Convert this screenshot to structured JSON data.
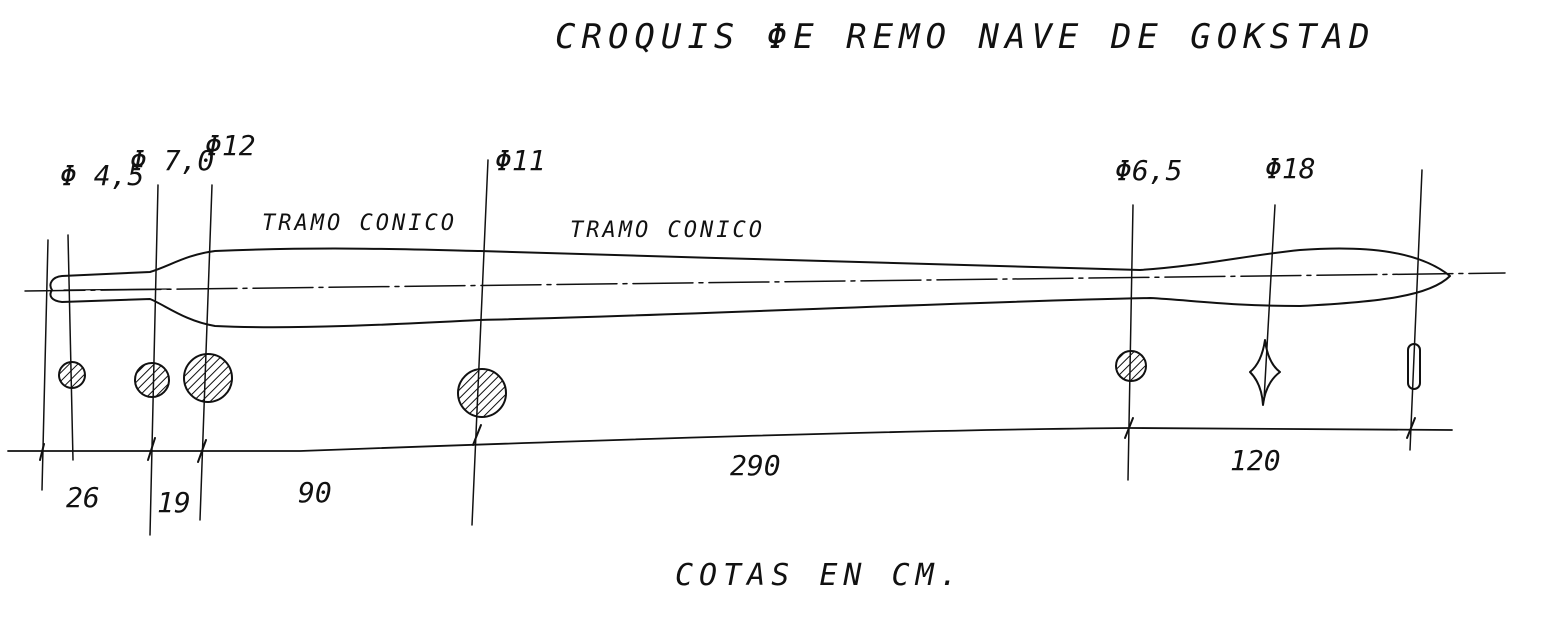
{
  "title": "CROQUIS ΦE REMO  NAVE DE GOKSTAD",
  "section_labels": [
    "TRAMO CONICO",
    "TRAMO CONICO"
  ],
  "diameters": [
    "Φ 4,5",
    "Φ 7,0",
    "Φ12",
    "Φ11",
    "Φ6,5",
    "Φ18"
  ],
  "dimensions": [
    "26",
    "19",
    "90",
    "290",
    "120"
  ],
  "units_note": "COTAS EN CM.",
  "colors": {
    "ink": "#111111",
    "paper": "#ffffff"
  }
}
